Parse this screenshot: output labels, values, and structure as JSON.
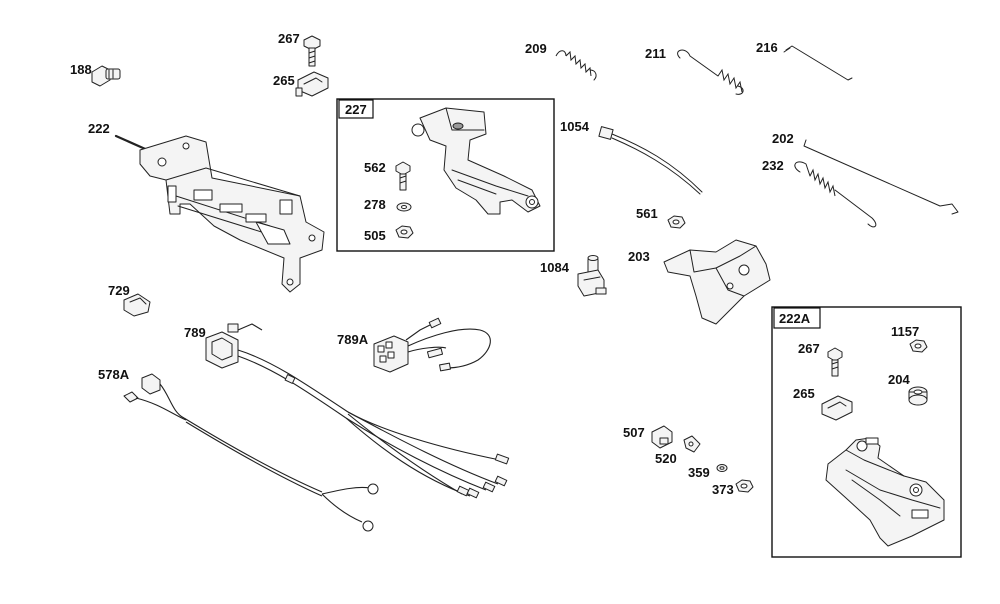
{
  "labels": {
    "p188": "188",
    "p267a": "267",
    "p265a": "265",
    "p222": "222",
    "p227": "227",
    "p562": "562",
    "p278": "278",
    "p505": "505",
    "p729": "729",
    "p789": "789",
    "p578a": "578A",
    "p789a": "789A",
    "p209": "209",
    "p211": "211",
    "p216": "216",
    "p1054": "1054",
    "p202": "202",
    "p232": "232",
    "p561": "561",
    "p203": "203",
    "p1084": "1084",
    "p222a": "222A",
    "p1157": "1157",
    "p267b": "267",
    "p204": "204",
    "p265b": "265",
    "p507": "507",
    "p520": "520",
    "p359": "359",
    "p373": "373"
  },
  "colors": {
    "ink": "#222222",
    "background": "#ffffff",
    "part_fill": "#f4f4f4"
  }
}
